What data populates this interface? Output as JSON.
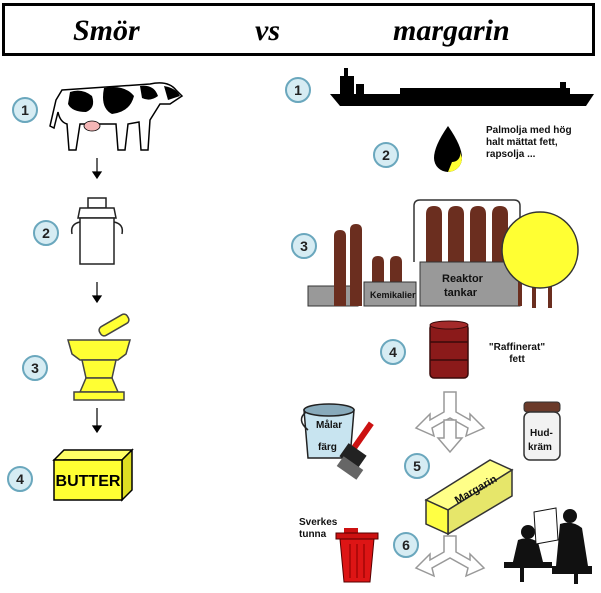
{
  "title": {
    "left": "Smör",
    "vs": "vs",
    "right": "margarin"
  },
  "butter_steps": [
    {
      "number": "1",
      "icon": "cow-icon"
    },
    {
      "number": "2",
      "icon": "milk-can-icon"
    },
    {
      "number": "3",
      "icon": "churn-mortar-icon"
    },
    {
      "number": "4",
      "icon": "butter-package-icon",
      "package_text": "BUTTER"
    }
  ],
  "margarine_steps": [
    {
      "number": "1",
      "icon": "tanker-ship-icon"
    },
    {
      "number": "2",
      "icon": "oil-drop-icon",
      "label_lines": [
        "Palmolja med hög",
        "halt mättat fett,",
        "rapsolja ..."
      ]
    },
    {
      "number": "3",
      "icon": "factory-icon",
      "box_labels": [
        "Kemikalier",
        "Reaktor",
        "tankar"
      ]
    },
    {
      "number": "4",
      "icon": "barrel-icon",
      "label_lines": [
        "\"Raffinerat\"",
        "fett"
      ]
    },
    {
      "number": "5",
      "icon": "margarine-package-icon",
      "package_text": "Margarin"
    },
    {
      "number": "6",
      "icon": "split-arrow-icon"
    }
  ],
  "side_products": {
    "paint": {
      "icon": "paint-bucket-icon",
      "label_lines": [
        "Målar",
        "färg"
      ]
    },
    "skin_cream": {
      "icon": "cream-jar-icon",
      "label_lines": [
        "Hud-",
        "kräm"
      ]
    },
    "trash": {
      "icon": "trash-can-icon",
      "label_lines": [
        "Sverkes",
        "tunna"
      ]
    },
    "people": {
      "icon": "people-eating-icon"
    }
  },
  "colors": {
    "number_fill": "#d6ecf3",
    "number_border": "#6aa7bd",
    "yellow": "#ffff33",
    "factory_brown": "#6b2e1f",
    "factory_grey": "#9a9a9a",
    "barrel_red": "#8b1a1a"
  }
}
